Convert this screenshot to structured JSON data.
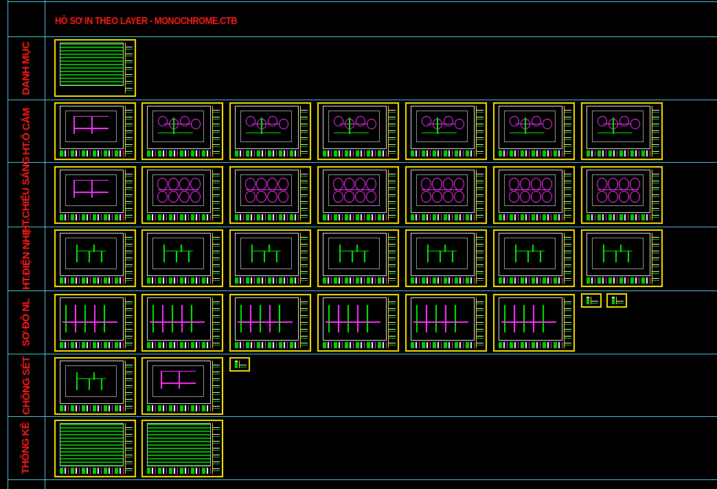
{
  "title": "HỒ SƠ IN THEO LAYER - MONOCHROME.CTB",
  "rows": [
    {
      "label": "DANH MỤC"
    },
    {
      "label": "HT.Ổ CẮM"
    },
    {
      "label": "HT.CHIẾU SÁNG"
    },
    {
      "label": "HT.ĐIỆN NHẸ"
    },
    {
      "label": "SƠ ĐỒ NL"
    },
    {
      "label": "CHỐNG SÉT"
    },
    {
      "label": "THỐNG KÊ"
    }
  ],
  "colors": {
    "grid": "#4fd0e6",
    "label": "#ff1a1a",
    "sheet_border": "#ffe600",
    "accent_magenta": "#ff33ff",
    "accent_green": "#00ee00"
  }
}
